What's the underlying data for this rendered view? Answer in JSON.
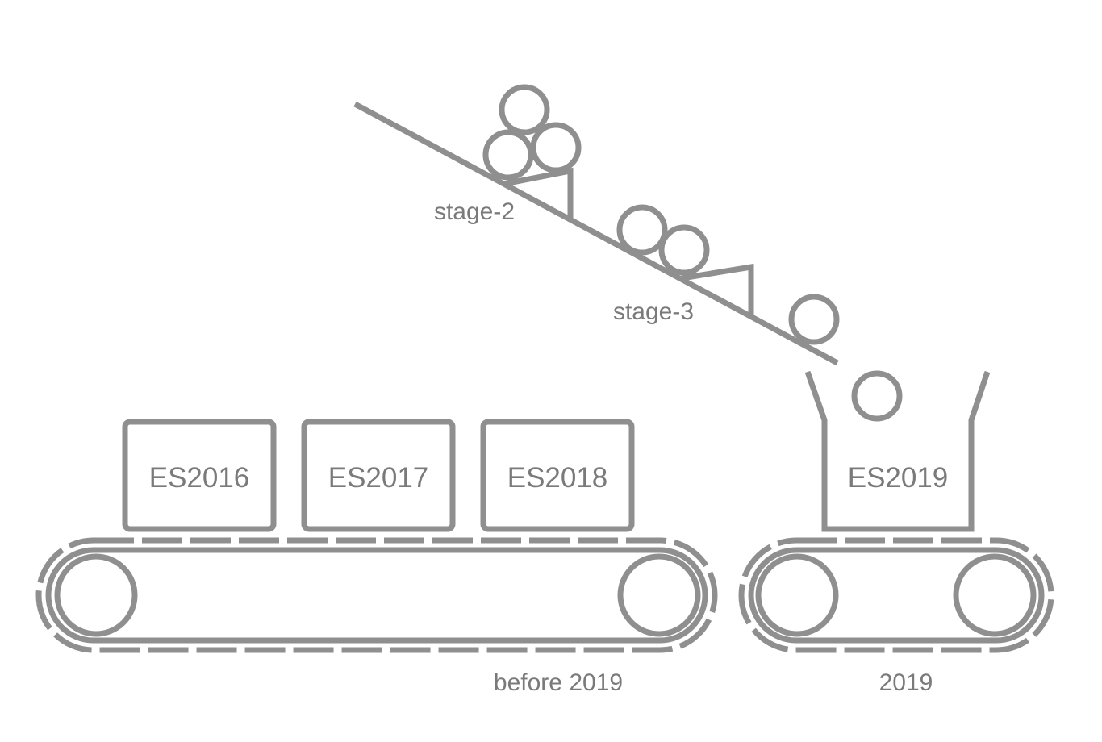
{
  "colors": {
    "stroke": "#8f8f8f",
    "text": "#7a7a7a",
    "background": "#ffffff"
  },
  "ramp": {
    "stages": [
      {
        "label": "stage-2",
        "balls": 3
      },
      {
        "label": "stage-3",
        "balls": 2
      }
    ],
    "falling_balls": 2
  },
  "belts": [
    {
      "label": "before 2019",
      "boxes": [
        "ES2016",
        "ES2017",
        "ES2018"
      ]
    },
    {
      "label": "2019",
      "boxes": [
        "ES2019"
      ]
    }
  ]
}
